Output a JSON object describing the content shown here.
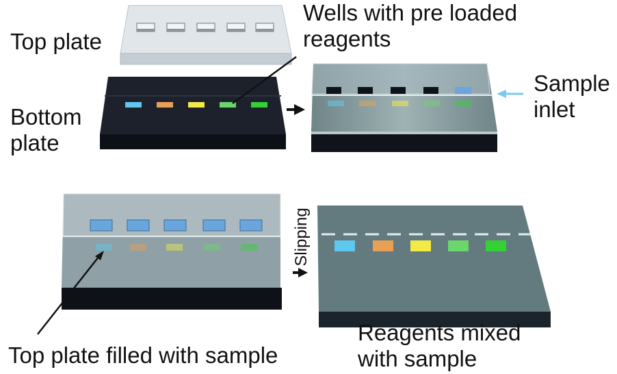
{
  "labels": {
    "top_plate": "Top plate",
    "wells": "Wells with pre loaded\nreagents",
    "bottom_plate": "Bottom\nplate",
    "sample_inlet": "Sample\ninlet",
    "slipping": "Slipping",
    "top_plate_filled": "Top plate filled with sample",
    "reagents_mixed": "Reagents mixed\nwith sample"
  },
  "colors": {
    "well_blue": "#5ec8f0",
    "well_orange": "#e8a055",
    "well_yellow": "#f2ea45",
    "well_green_light": "#6bd66b",
    "well_green": "#33d133",
    "sample_blue": "#6aa6dd",
    "inlet_arrow": "#7cc8ea",
    "bottom_plate": "#1b1f28",
    "glass": "#dde3e8"
  }
}
